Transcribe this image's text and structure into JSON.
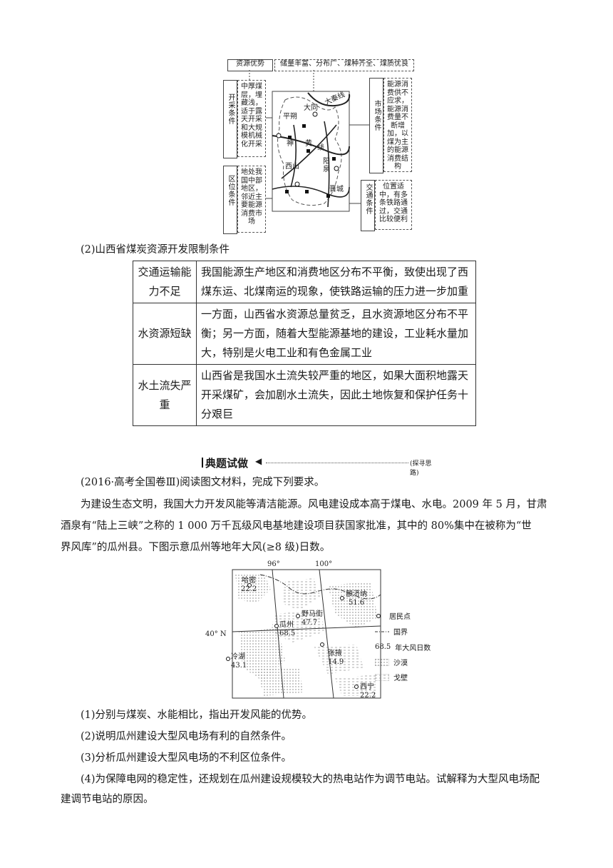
{
  "diagram1": {
    "top_left": "资源优势",
    "top_right": "储量丰富、分布广、煤种齐全、煤质优良",
    "left_label_1": "开采条件",
    "left_text_1": "中厚煤层，埋藏浅，适于露天开采和大规模机械化开采",
    "left_label_2": "区位条件",
    "left_text_2": "地处我国中部地区，邻近主要能源消费市场",
    "right_label_1": "市场条件",
    "right_text_1": "能源消费供不应求，能源消费量不断增加，以煤为主的能源消费结构",
    "right_label_2": "交通条件",
    "right_text_2": "位置适中，有多条铁路通过，交通比较便利",
    "map_labels": {
      "datong": "大同",
      "daqinxian": "大秦线",
      "pingshuo": "平朔",
      "shen": "神",
      "huang": "黄",
      "xian": "线",
      "xishan": "西山",
      "yangquan": "阳泉",
      "jincheng": "晋城"
    }
  },
  "section2_title": "(2)山西省煤炭资源开发限制条件",
  "limits_table": [
    {
      "head": "交通运输能力不足",
      "text": "我国能源生产地区和消费地区分布不平衡，致使出现了西煤东运、北煤南运的现象，使铁路运输的压力进一步加重"
    },
    {
      "head": "水资源短缺",
      "text": "一方面，山西省水资源总量贫乏，且水资源地区分布不平衡；另一方面，随着大型能源基地的建设，工业耗水量加大，特别是火电工业和有色金属工业"
    },
    {
      "head": "水土流失严重",
      "text": "山西省是我国水土流失较严重的地区，如果大面积地露天开采煤矿，会加剧水土流失，因此土地恢复和保护任务十分艰巨"
    }
  ],
  "banner": {
    "title": "典题试做",
    "arrow": "◀",
    "hint": "(探寻思路)"
  },
  "question": {
    "source": "(2016·高考全国卷Ⅲ)阅读图文材料，完成下列要求。",
    "para_line1": "为建设生态文明，我国大力开发风能等清洁能源。风电建设成本高于煤电、水电。2009 年 5 月，甘肃",
    "para_line2": "酒泉有“陆上三峡”之称的 1 000 万千瓦级风电基地建设项目获国家批准，其中的 80%集中在被称为“世",
    "para_line3": "界风库”的瓜州县。下图示意瓜州等地年大风(≥8 级)日数。"
  },
  "map2": {
    "lon1": "96°",
    "lon2": "100°",
    "lat": "40° N",
    "places": [
      {
        "name": "哈密",
        "value": "22.2"
      },
      {
        "name": "额济纳",
        "value": "51.6"
      },
      {
        "name": "野马街",
        "value": "47.7"
      },
      {
        "name": "瓜州",
        "value": "68.5"
      },
      {
        "name": "冷湖",
        "value": "43.1"
      },
      {
        "name": "张掖",
        "value": "14.9"
      },
      {
        "name": "西宁",
        "value": "22.2"
      }
    ],
    "legend": {
      "residence": "居民点",
      "border": "国界",
      "sample_value": "68.5",
      "wind_days": "年大风日数",
      "desert": "沙漠",
      "gobi": "戈壁"
    }
  },
  "questions": [
    "(1)分别与煤炭、水能相比，指出开发风能的优势。",
    "(2)说明瓜州建设大型风电场有利的自然条件。",
    "(3)分析瓜州建设大型风电场的不利区位条件。",
    "(4)为保障电网的稳定性，还规划在瓜州建设规模较大的热电站作为调节电站。试解释为大型风电场配",
    "建调节电站的原因。"
  ]
}
